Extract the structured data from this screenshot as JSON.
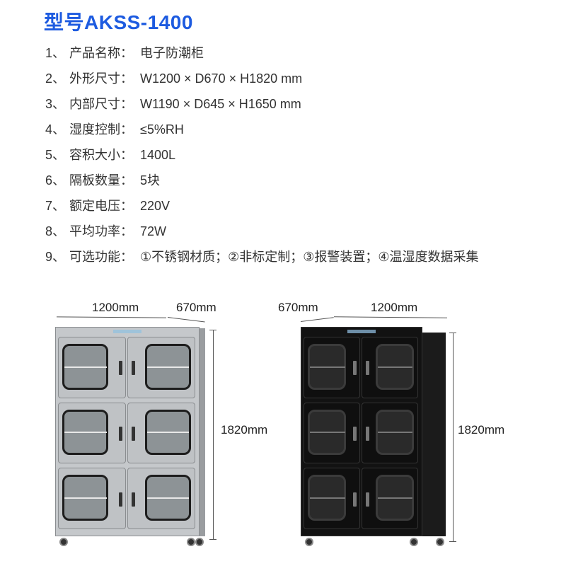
{
  "title": "型号AKSS-1400",
  "specs": [
    {
      "num": "1、",
      "label": "产品名称：",
      "value": "电子防潮柜"
    },
    {
      "num": "2、",
      "label": "外形尺寸：",
      "value": "W1200 × D670 × H1820 mm"
    },
    {
      "num": "3、",
      "label": "内部尺寸：",
      "value": "W1190 × D645 × H1650 mm"
    },
    {
      "num": "4、",
      "label": "湿度控制：",
      "value": "≤5%RH"
    },
    {
      "num": "5、",
      "label": "容积大小：",
      "value": "1400L"
    },
    {
      "num": "6、",
      "label": "隔板数量：",
      "value": "5块"
    },
    {
      "num": "7、",
      "label": "额定电压：",
      "value": "220V"
    },
    {
      "num": "8、",
      "label": "平均功率：",
      "value": "72W"
    },
    {
      "num": "9、",
      "label": "可选功能：",
      "value": "①不锈钢材质；②非标定制；③报警装置；④温湿度数据采集"
    }
  ],
  "silver_cabinet": {
    "width_label": "1200mm",
    "depth_label": "670mm",
    "height_label": "1820mm"
  },
  "black_cabinet": {
    "depth_label": "670mm",
    "width_label": "1200mm",
    "height_label": "1820mm"
  },
  "colors": {
    "title": "#1d5be0",
    "silver": "#b9bcbf",
    "black": "#141414"
  }
}
